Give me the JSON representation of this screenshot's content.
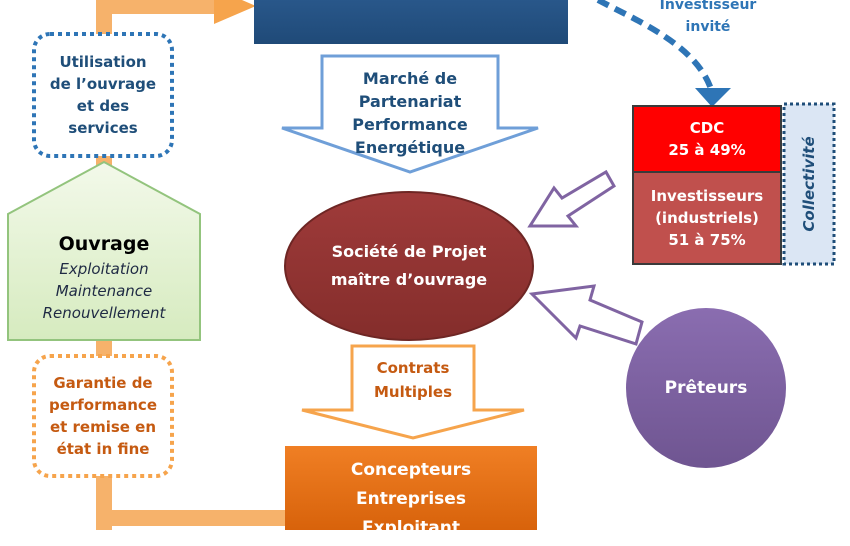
{
  "nodes": {
    "utilisation": {
      "lines": [
        "Utilisation",
        "de l’ouvrage",
        "et des",
        "services"
      ]
    },
    "marche": {
      "lines": [
        "Marché de",
        "Partenariat",
        "Performance",
        "Energétique"
      ]
    },
    "investisseur_invite": {
      "lines": [
        "Investisseur",
        "invité"
      ]
    },
    "cdc": {
      "lines": [
        "CDC",
        "25 à 49%"
      ]
    },
    "investisseurs": {
      "lines": [
        "Investisseurs",
        "(industriels)",
        "51 à 75%"
      ]
    },
    "collectivite": {
      "label": "Collectivité"
    },
    "ouvrage": {
      "title": "Ouvrage",
      "lines": [
        "Exploitation",
        "Maintenance",
        "Renouvellement"
      ]
    },
    "societe": {
      "lines": [
        "Société de Projet",
        "maître d’ouvrage"
      ]
    },
    "garantie": {
      "lines": [
        "Garantie de",
        "performance",
        "et remise en",
        "état in fine"
      ]
    },
    "contrats": {
      "lines": [
        "Contrats",
        "Multiples"
      ]
    },
    "preteurs": {
      "label": "Prêteurs"
    },
    "concepteurs": {
      "lines": [
        "Concepteurs",
        "Entreprises",
        "Exploitant"
      ]
    }
  },
  "colors": {
    "navy": "#1f4e79",
    "orange_fill": "#e36c09",
    "orange_light": "#f6b26b",
    "green_fill": "#e2f0d0",
    "green_border": "#93c47d",
    "dark_red": "#943634",
    "red": "#ff0000",
    "light_red": "#c0504d",
    "purple": "#8064a2",
    "blue_line": "#2e75b6",
    "blue_pale": "#dbe6f4"
  }
}
